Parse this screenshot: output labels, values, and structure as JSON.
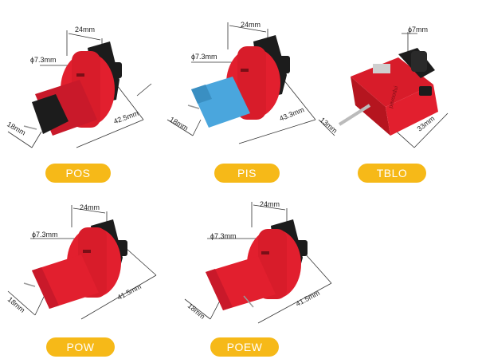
{
  "products": [
    {
      "label": "POS",
      "dims": {
        "width": "24mm",
        "diameter": "ϕ7.3mm",
        "length": "42.5mm",
        "height": "18mm"
      }
    },
    {
      "label": "PIS",
      "dims": {
        "width": "24mm",
        "diameter": "ϕ7.3mm",
        "length": "43.3mm",
        "height": "18mm"
      }
    },
    {
      "label": "TBLO",
      "dims": {
        "diameter": "ϕ7mm",
        "length": "33mm",
        "height": "13mm",
        "brand": "pavoodui"
      }
    },
    {
      "label": "POW",
      "dims": {
        "width": "24mm",
        "diameter": "ϕ7.3mm",
        "length": "41.5mm",
        "height": "18mm"
      }
    },
    {
      "label": "POEW",
      "dims": {
        "width": "24mm",
        "diameter": "ϕ7.3mm",
        "length": "41.5mm",
        "height": "18mm"
      }
    }
  ],
  "colors": {
    "accent": "#f6b918",
    "body": "#e21f2e",
    "dark": "#1c1c1c",
    "insert": "#4aa6dd"
  }
}
